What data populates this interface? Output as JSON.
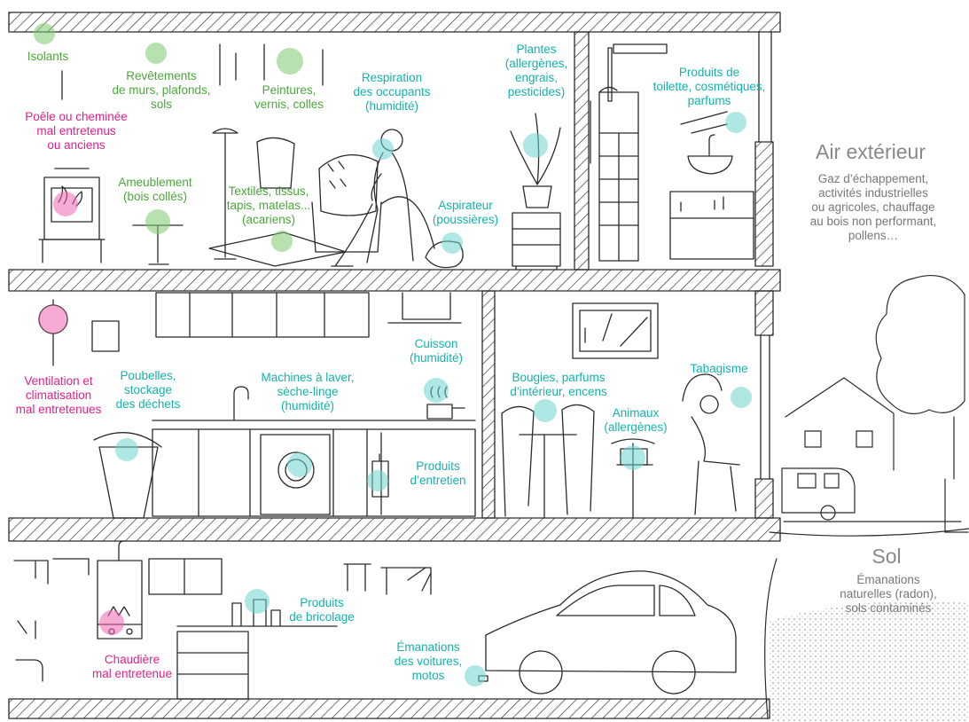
{
  "colors": {
    "comfort_green": "#4aa83a",
    "teal": "#14b2ad",
    "pink": "#e0218a",
    "gray": "#777777",
    "line": "#2a2a2a"
  },
  "labels": {
    "isolants": "Isolants",
    "revetements": "Revêtements\nde murs, plafonds,\nsols",
    "peintures": "Peintures,\nvernis, colles",
    "respiration": "Respiration\ndes occupants\n(humidité)",
    "plantes": "Plantes\n(allergènes,\nengrais,\npesticides)",
    "produits_toilette": "Produits de\ntoilette, cosmétiques,\nparfums",
    "poele": "Poêle ou cheminée\nmal entretenus\nou anciens",
    "ameublement": "Ameublement\n(bois collés)",
    "textiles": "Textiles, tissus,\ntapis, matelas...\n(acariens)",
    "aspirateur": "Aspirateur\n(poussières)",
    "air_exterieur_title": "Air extérieur",
    "air_exterieur_desc": "Gaz d’échappement,\nactivités industrielles\nou agricoles, chauffage\nau bois non performant,\npollens…",
    "ventilation": "Ventilation et\nclimatisation\nmal entretenues",
    "poubelles": "Poubelles,\nstockage\ndes déchets",
    "machines": "Machines à laver,\nsèche-linge\n(humidité)",
    "cuisson": "Cuisson\n(humidité)",
    "produits_entretien": "Produits\nd’entretien",
    "bougies": "Bougies, parfums\nd’intérieur, encens",
    "animaux": "Animaux\n(allergènes)",
    "tabagisme": "Tabagisme",
    "sol_title": "Sol",
    "sol_desc": "Émanations\nnaturelles (radon),\nsols contaminés",
    "chaudiere": "Chaudière\nmal entretenue",
    "bricolage": "Produits\nde bricolage",
    "voitures": "Émanations\ndes voitures,\nmotos"
  }
}
